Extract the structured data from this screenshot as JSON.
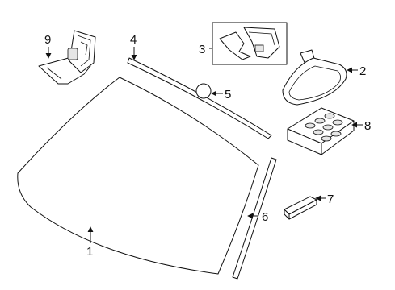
{
  "callouts": [
    {
      "key": "1",
      "label": "1"
    },
    {
      "key": "2",
      "label": "2"
    },
    {
      "key": "3",
      "label": "3"
    },
    {
      "key": "4",
      "label": "4"
    },
    {
      "key": "5",
      "label": "5"
    },
    {
      "key": "6",
      "label": "6"
    },
    {
      "key": "7",
      "label": "7"
    },
    {
      "key": "8",
      "label": "8"
    },
    {
      "key": "9",
      "label": "9"
    }
  ],
  "colors": {
    "line": "#111111",
    "background": "#ffffff"
  }
}
